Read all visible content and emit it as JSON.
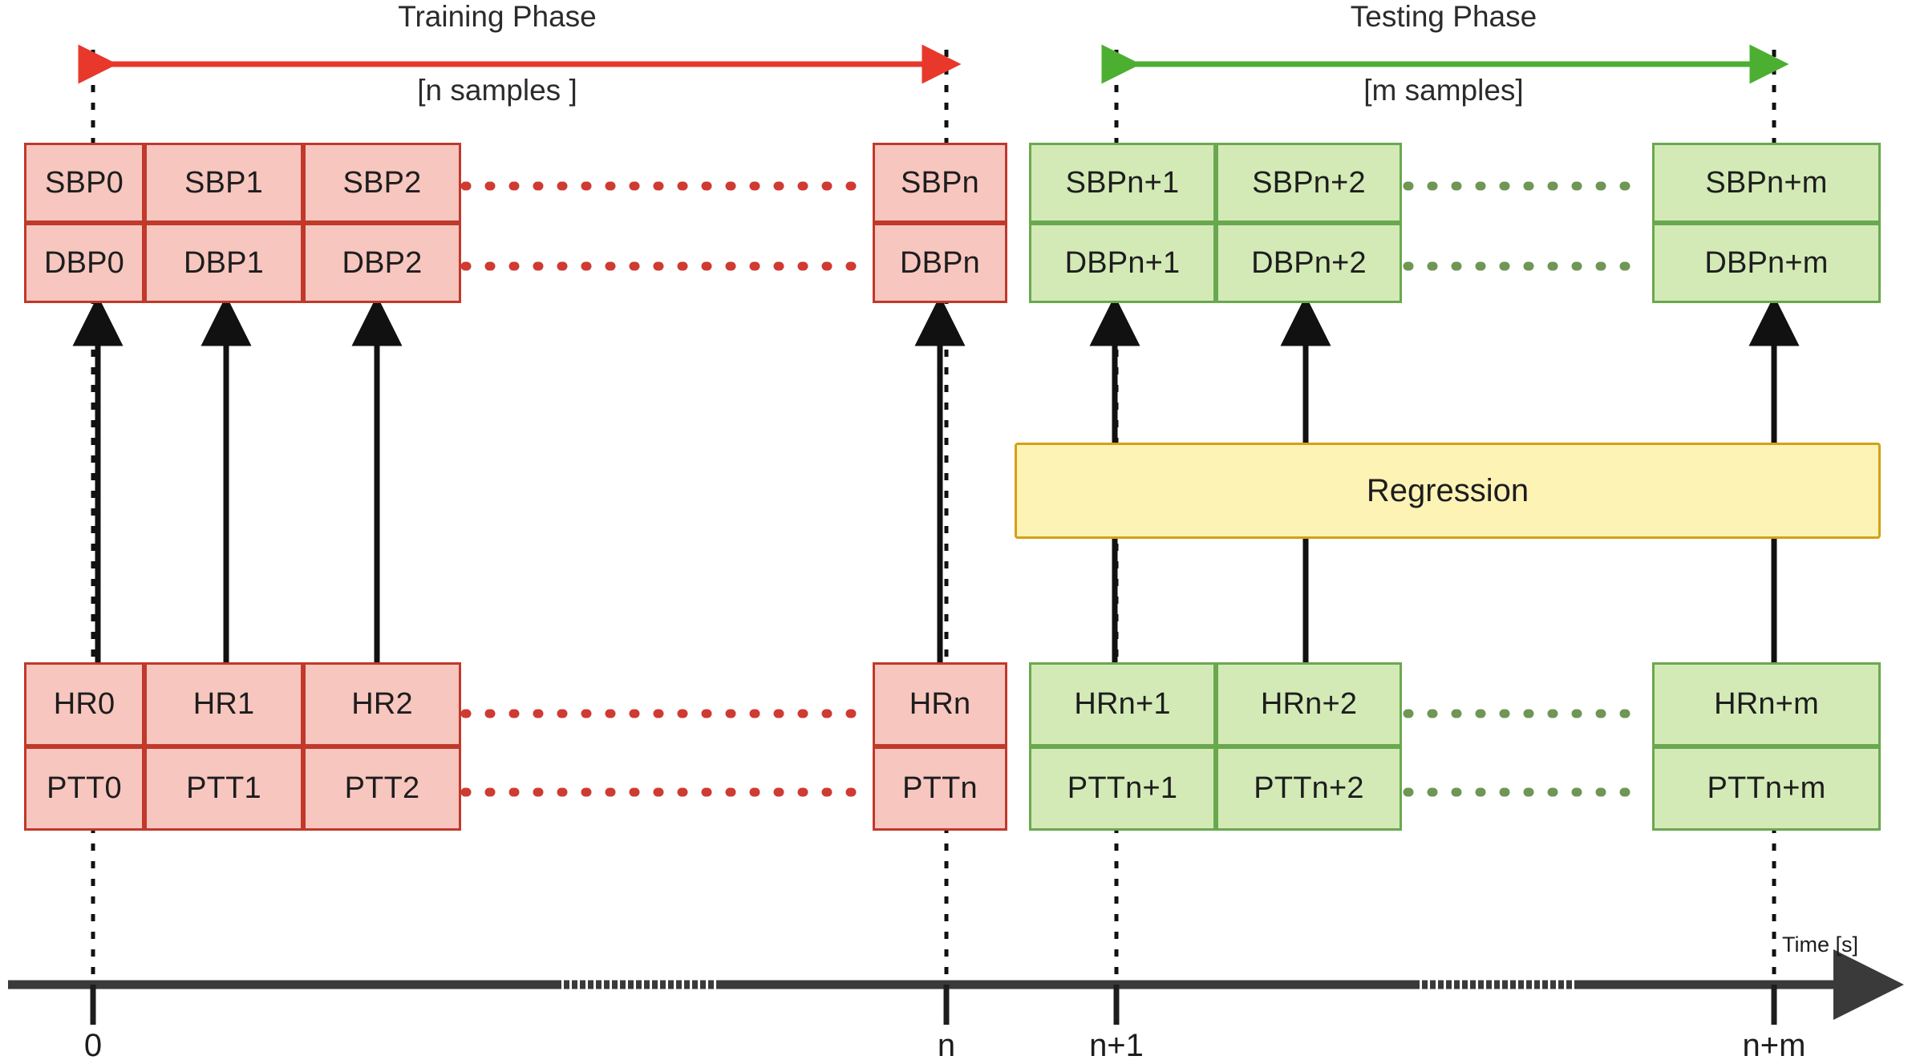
{
  "diagram": {
    "title_training": "Training Phase",
    "subtitle_training": "[n samples ]",
    "title_testing": "Testing Phase",
    "subtitle_testing": "[m samples]",
    "regression_label": "Regression",
    "time_axis_label": "Time [s]",
    "colors": {
      "training_stroke": "#c0392b",
      "training_fill": "#f7c6bf",
      "testing_stroke": "#6aa84f",
      "testing_fill": "#d3eab6",
      "regression_stroke": "#d4a017",
      "regression_fill": "#fdf3b5",
      "axis": "#3a3a3a",
      "arrow": "#111111"
    },
    "output_block_training_start": {
      "rows": [
        {
          "name": "sbp-row",
          "cells": [
            "SBP0",
            "SBP1",
            "SBP2"
          ]
        },
        {
          "name": "dbp-row",
          "cells": [
            "DBP0",
            "DBP1",
            "DBP2"
          ]
        }
      ]
    },
    "output_block_training_end": {
      "rows": [
        {
          "name": "sbp-row",
          "cells": [
            "SBPn"
          ]
        },
        {
          "name": "dbp-row",
          "cells": [
            "DBPn"
          ]
        }
      ]
    },
    "output_block_testing_start": {
      "rows": [
        {
          "name": "sbp-row",
          "cells": [
            "SBPn+1",
            "SBPn+2"
          ]
        },
        {
          "name": "dbp-row",
          "cells": [
            "DBPn+1",
            "DBPn+2"
          ]
        }
      ]
    },
    "output_block_testing_end": {
      "rows": [
        {
          "name": "sbp-row",
          "cells": [
            "SBPn+m"
          ]
        },
        {
          "name": "dbp-row",
          "cells": [
            "DBPn+m"
          ]
        }
      ]
    },
    "input_block_training_start": {
      "rows": [
        {
          "name": "hr-row",
          "cells": [
            "HR0",
            "HR1",
            "HR2"
          ]
        },
        {
          "name": "ptt-row",
          "cells": [
            "PTT0",
            "PTT1",
            "PTT2"
          ]
        }
      ]
    },
    "input_block_training_end": {
      "rows": [
        {
          "name": "hr-row",
          "cells": [
            "HRn"
          ]
        },
        {
          "name": "ptt-row",
          "cells": [
            "PTTn"
          ]
        }
      ]
    },
    "input_block_testing_start": {
      "rows": [
        {
          "name": "hr-row",
          "cells": [
            "HRn+1",
            "HRn+2"
          ]
        },
        {
          "name": "ptt-row",
          "cells": [
            "PTTn+1",
            "PTTn+2"
          ]
        }
      ]
    },
    "input_block_testing_end": {
      "rows": [
        {
          "name": "hr-row",
          "cells": [
            "HRn+m"
          ]
        },
        {
          "name": "ptt-row",
          "cells": [
            "PTTn+m"
          ]
        }
      ]
    },
    "axis_ticks": [
      "0",
      "n",
      "n+1",
      "n+m"
    ]
  }
}
